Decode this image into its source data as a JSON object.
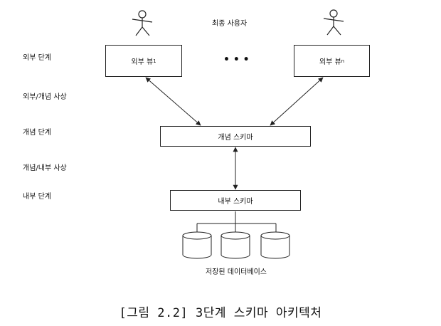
{
  "end_users_label": "최종 사용자",
  "levels": {
    "external": "외부 단계",
    "external_conceptual_mapping": "외부/개념 사상",
    "conceptual": "개념 단계",
    "conceptual_internal_mapping": "개념/내부 사상",
    "internal": "내부 단계"
  },
  "external_view_1": {
    "text": "외부 뷰",
    "sub": "1"
  },
  "ellipsis": "• • •",
  "external_view_n": {
    "text": "외부 뷰",
    "sub": "n"
  },
  "conceptual_schema": "개념 스키마",
  "internal_schema": "내부 스키마",
  "stored_database": "저장된 데이터베이스",
  "caption": "[그림 2.2] 3단계 스키마 아키텍처"
}
